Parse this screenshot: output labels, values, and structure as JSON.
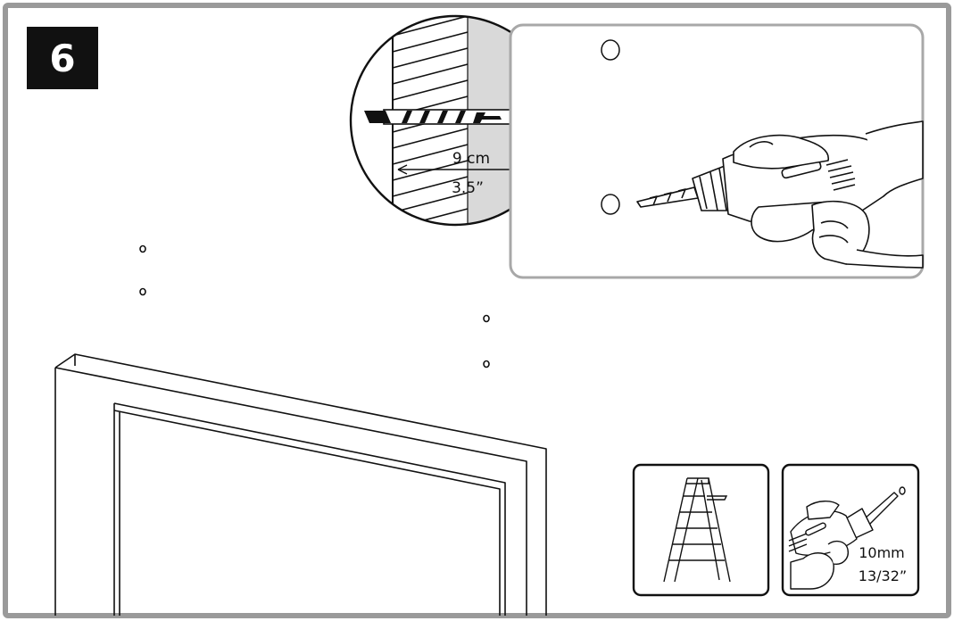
{
  "step": {
    "number": "6"
  },
  "detail": {
    "depth_metric": "9 cm",
    "depth_imperial": "3.5”"
  },
  "tools": {
    "drill_bit_metric": "10mm",
    "drill_bit_imperial": "13/32”",
    "items": [
      "ladder-icon",
      "drill-icon"
    ]
  },
  "colors": {
    "frame": "#9a9a9a",
    "step_badge": "#111111",
    "wall_shade": "#d9d9d9",
    "inset_border": "#a8a8a8",
    "line": "#111111"
  }
}
